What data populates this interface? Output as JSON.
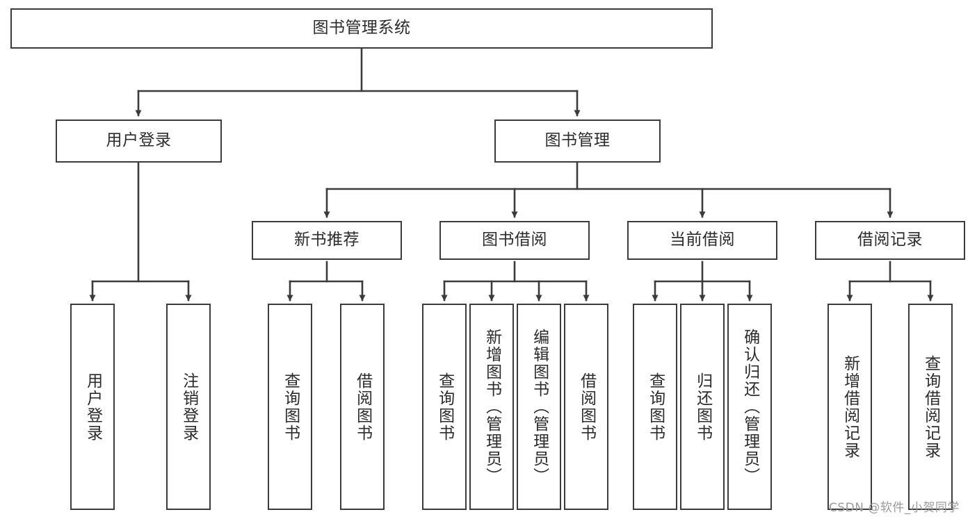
{
  "diagram": {
    "type": "tree",
    "title": "图书管理系统",
    "watermark": "CSDN @软件_小贺同学",
    "colors": {
      "box_border": "#3b3b3b",
      "box_fill": "#ffffff",
      "connector": "#3b3b3b",
      "text": "#2b2b2b",
      "watermark": "#9a9a9a",
      "background": "#ffffff"
    },
    "levels": {
      "root": {
        "label": "图书管理系统"
      },
      "level2": [
        {
          "id": "user-login",
          "label": "用户登录"
        },
        {
          "id": "book-manage",
          "label": "图书管理"
        }
      ],
      "level3": [
        {
          "id": "new-book-recommend",
          "label": "新书推荐"
        },
        {
          "id": "book-borrow",
          "label": "图书借阅"
        },
        {
          "id": "current-borrow",
          "label": "当前借阅"
        },
        {
          "id": "borrow-record",
          "label": "借阅记录"
        }
      ],
      "leaves": [
        {
          "id": "leaf-user-login",
          "label": "用户登录",
          "parent": "user-login"
        },
        {
          "id": "leaf-logout-login",
          "label": "注销登录",
          "parent": "user-login"
        },
        {
          "id": "leaf-query-book-1",
          "label": "查询图书",
          "parent": "new-book-recommend"
        },
        {
          "id": "leaf-borrow-book-1",
          "label": "借阅图书",
          "parent": "new-book-recommend"
        },
        {
          "id": "leaf-query-book-2",
          "label": "查询图书",
          "parent": "book-borrow"
        },
        {
          "id": "leaf-add-book",
          "label": "新增图书（管理员）",
          "parent": "book-borrow"
        },
        {
          "id": "leaf-edit-book",
          "label": "编辑图书（管理员）",
          "parent": "book-borrow"
        },
        {
          "id": "leaf-borrow-book-2",
          "label": "借阅图书",
          "parent": "book-borrow"
        },
        {
          "id": "leaf-query-book-3",
          "label": "查询图书",
          "parent": "current-borrow"
        },
        {
          "id": "leaf-return-book",
          "label": "归还图书",
          "parent": "current-borrow"
        },
        {
          "id": "leaf-confirm-return",
          "label": "确认归还（管理员）",
          "parent": "current-borrow"
        },
        {
          "id": "leaf-add-record",
          "label": "新增借阅记录",
          "parent": "borrow-record"
        },
        {
          "id": "leaf-query-record",
          "label": "查询借阅记录",
          "parent": "borrow-record"
        }
      ]
    }
  }
}
